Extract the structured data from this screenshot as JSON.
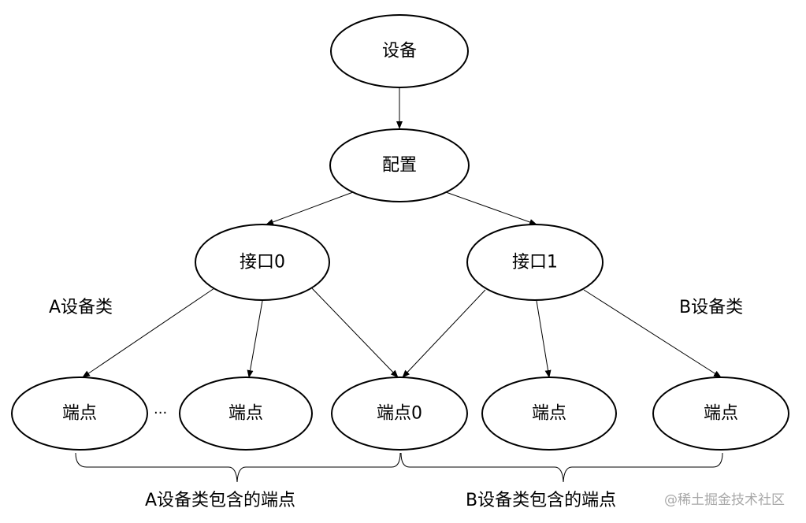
{
  "nodes": {
    "device": "设备",
    "config": "配置",
    "interface0": "接口0",
    "interface1": "接口1",
    "endpoint_a1": "端点",
    "endpoint_a2": "端点",
    "endpoint_0": "端点0",
    "endpoint_b1": "端点",
    "endpoint_b2": "端点"
  },
  "labels": {
    "class_a": "A设备类",
    "class_b": "B设备类",
    "ellipsis": "···"
  },
  "groups": {
    "a_endpoints": "A设备类包含的端点",
    "b_endpoints": "B设备类包含的端点"
  },
  "watermark": "@稀土掘金技术社区"
}
